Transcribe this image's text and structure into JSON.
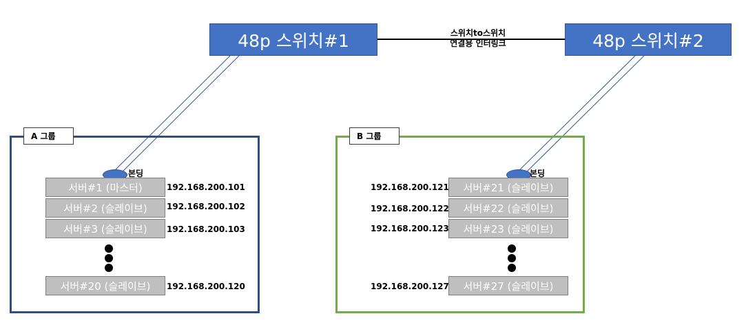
{
  "switches": {
    "sw1": "48p 스위치#1",
    "sw2": "48p 스위치#2"
  },
  "link": {
    "line1": "스위치to스위치",
    "line2": "연결용 인터링크"
  },
  "colors": {
    "switch_fill": "#4472c4",
    "group_a_border": "#2f4f7f",
    "group_b_border": "#70ad47",
    "server_fill": "#bfbfbf"
  },
  "group_a": {
    "label": "A 그룹",
    "bond_label": "본딩",
    "servers": [
      {
        "name": "서버#1 (마스터)",
        "ip": "192.168.200.101"
      },
      {
        "name": "서버#2 (슬레이브)",
        "ip": "192.168.200.102"
      },
      {
        "name": "서버#3 (슬레이브)",
        "ip": "192.168.200.103"
      },
      {
        "name": "서버#20 (슬레이브)",
        "ip": "192.168.200.120"
      }
    ]
  },
  "group_b": {
    "label": "B 그룹",
    "bond_label": "본딩",
    "servers": [
      {
        "name": "서버#21 (슬레이브)",
        "ip": "192.168.200.121"
      },
      {
        "name": "서버#22 (슬레이브)",
        "ip": "192.168.200.122"
      },
      {
        "name": "서버#23 (슬레이브)",
        "ip": "192.168.200.123"
      },
      {
        "name": "서버#27 (슬레이브)",
        "ip": "192.168.200.127"
      }
    ]
  }
}
